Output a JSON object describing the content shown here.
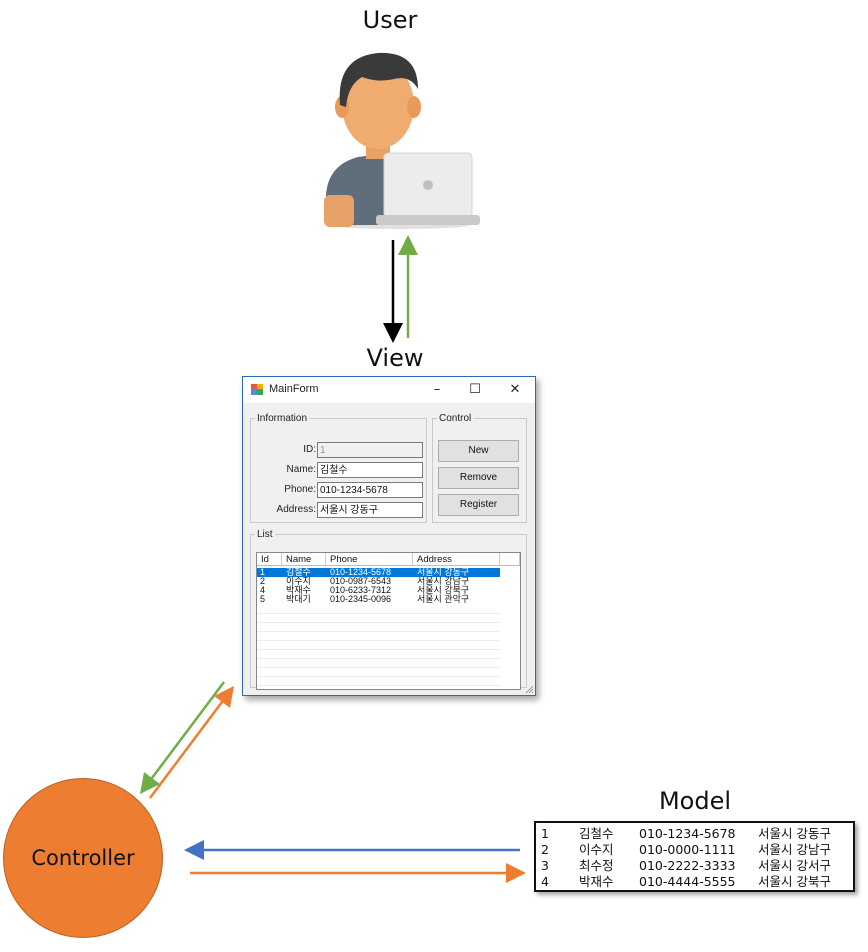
{
  "labels": {
    "user": "User",
    "view": "View",
    "model": "Model",
    "controller": "Controller"
  },
  "window": {
    "title": "MainForm",
    "minimize_glyph": "–",
    "maximize_glyph": "☐",
    "close_glyph": "✕",
    "information": {
      "legend": "Information",
      "fields": [
        {
          "label": "ID:",
          "value": "1",
          "disabled": true
        },
        {
          "label": "Name:",
          "value": "김철수",
          "disabled": false
        },
        {
          "label": "Phone:",
          "value": "010-1234-5678",
          "disabled": false
        },
        {
          "label": "Address:",
          "value": "서울시 강동구",
          "disabled": false
        }
      ]
    },
    "control": {
      "legend": "Control",
      "buttons": [
        "New",
        "Remove",
        "Register"
      ]
    },
    "list": {
      "legend": "List",
      "headers": [
        "Id",
        "Name",
        "Phone",
        "Address"
      ],
      "rows": [
        {
          "id": "1",
          "name": "김철수",
          "phone": "010-1234-5678",
          "address": "서울시 강동구",
          "selected": true
        },
        {
          "id": "2",
          "name": "이수지",
          "phone": "010-0987-6543",
          "address": "서울시 강남구",
          "selected": false
        },
        {
          "id": "4",
          "name": "박재수",
          "phone": "010-6233-7312",
          "address": "서울시 강북구",
          "selected": false
        },
        {
          "id": "5",
          "name": "박대기",
          "phone": "010-2345-0096",
          "address": "서울시 관악구",
          "selected": false
        }
      ]
    }
  },
  "model": {
    "rows": [
      {
        "id": "1",
        "name": "김철수",
        "phone": "010-1234-5678",
        "address": "서울시 강동구"
      },
      {
        "id": "2",
        "name": "이수지",
        "phone": "010-0000-1111",
        "address": "서울시 강남구"
      },
      {
        "id": "3",
        "name": "최수정",
        "phone": "010-2222-3333",
        "address": "서울시 강서구"
      },
      {
        "id": "4",
        "name": "박재수",
        "phone": "010-4444-5555",
        "address": "서울시 강북구"
      }
    ]
  },
  "colors": {
    "controller_fill": "#ed7d31",
    "arrow_green": "#70ad47",
    "arrow_orange": "#ed7d31",
    "arrow_blue": "#4472c4",
    "arrow_black": "#000000",
    "selection": "#0078d7"
  }
}
